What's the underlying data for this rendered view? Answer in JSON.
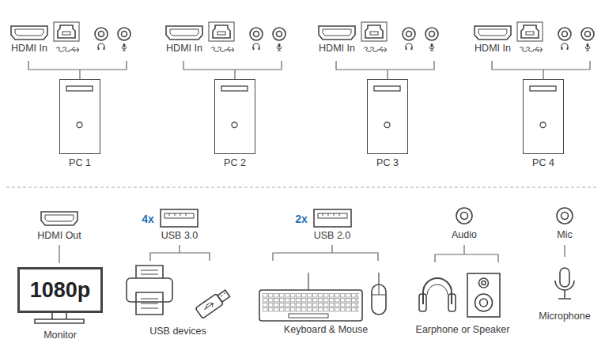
{
  "diagram": {
    "nodes": [
      {
        "text": [
          "PC 1"
        ]
      },
      {
        "text": [
          "PC 2"
        ]
      },
      {
        "text": [
          "PC 3"
        ]
      },
      {
        "text": [
          "PC 4"
        ]
      },
      {
        "text": [
          "1080p",
          "Monitor"
        ]
      }
    ],
    "labels": [
      "HDMI In",
      "HDMI In",
      "HDMI In",
      "HDMI In",
      "HDMI Out",
      "4x",
      "USB 3.0",
      "USB devices",
      "2x",
      "USB 2.0",
      "Keyboard & Mouse",
      "Audio",
      "Earphone or Speaker",
      "Mic",
      "Microphone"
    ]
  }
}
